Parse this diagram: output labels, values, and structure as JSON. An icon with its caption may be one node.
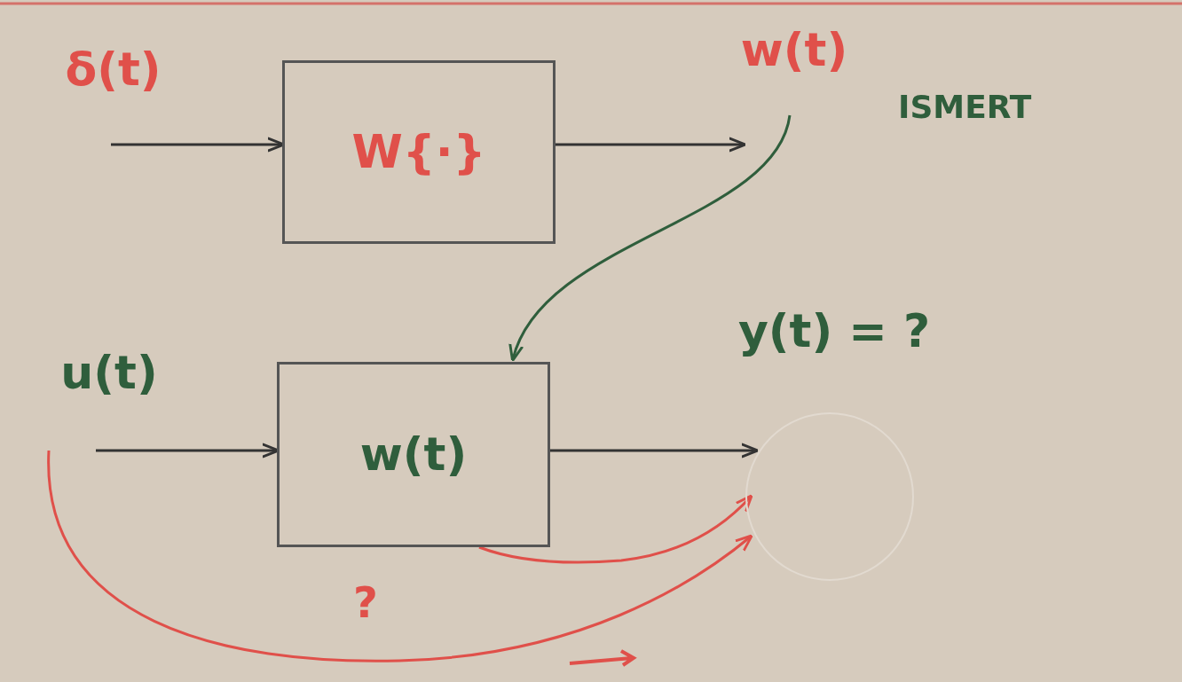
{
  "diagram": {
    "nodes": [
      {
        "text": [
          "δ(t)"
        ]
      },
      {
        "text": [
          "W{·}"
        ]
      },
      {
        "text": [
          "w(t)"
        ],
        "beside": [
          "ISMERT"
        ]
      },
      {
        "text": [
          "u(t)"
        ]
      },
      {
        "text": [
          "w(t)"
        ]
      },
      {
        "text": [
          "y(t) = ?"
        ]
      },
      {
        "text": [],
        "shape": "circle"
      }
    ],
    "edges": [
      {
        "from": 0,
        "to": 1,
        "arrow": "to"
      },
      {
        "from": 1,
        "to": 2,
        "arrow": "to"
      },
      {
        "from": 2,
        "to": 4,
        "arrow": "to",
        "color": "#2f5e3c"
      },
      {
        "from": 3,
        "to": 4,
        "arrow": "to"
      },
      {
        "from": 4,
        "to": 6,
        "arrow": "to"
      },
      {
        "from": 4,
        "to": 6,
        "arrow": "to",
        "color": "#e0504a"
      },
      {
        "from": 3,
        "to": 6,
        "arrow": "to",
        "label": "?",
        "color": "#e0504a"
      }
    ]
  }
}
